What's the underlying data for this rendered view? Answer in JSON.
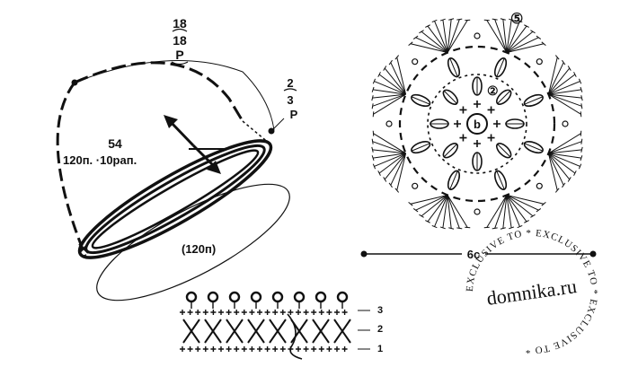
{
  "hat_diagram": {
    "crown_top": "18",
    "crown_mid": "18",
    "crown_stitch": "P",
    "side_top": "2",
    "side_mid": "3",
    "side_stitch": "P",
    "brim_count": "54",
    "brim_formula": "120п. ·10рап.",
    "base_ring": "(120п)"
  },
  "motif": {
    "row_marker_outer": "⑤",
    "row_marker_inner": "②",
    "center_mark": "b",
    "width_label": "6с"
  },
  "edging": {
    "row_numbers": [
      "3",
      "2",
      "1"
    ]
  },
  "watermark": {
    "site": "domnika.ru",
    "ring_text": "EXCLUSIVE TO * EXCLUSIVE TO * EXCLUSIVE TO * "
  }
}
